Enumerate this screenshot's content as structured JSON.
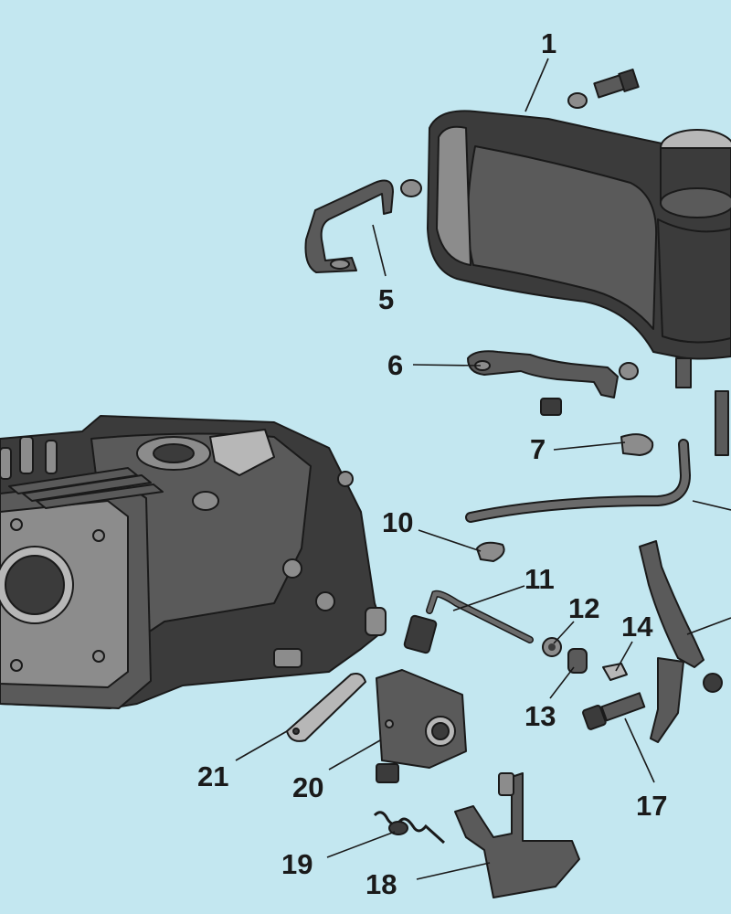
{
  "diagram": {
    "callouts": [
      {
        "id": "1",
        "text": "1"
      },
      {
        "id": "5",
        "text": "5"
      },
      {
        "id": "6",
        "text": "6"
      },
      {
        "id": "7",
        "text": "7"
      },
      {
        "id": "10",
        "text": "10"
      },
      {
        "id": "11",
        "text": "11"
      },
      {
        "id": "12",
        "text": "12"
      },
      {
        "id": "13",
        "text": "13"
      },
      {
        "id": "14",
        "text": "14"
      },
      {
        "id": "17",
        "text": "17"
      },
      {
        "id": "18",
        "text": "18"
      },
      {
        "id": "19",
        "text": "19"
      },
      {
        "id": "20",
        "text": "20"
      },
      {
        "id": "21",
        "text": "21"
      }
    ],
    "colors": {
      "background": "#c3e7f0",
      "part_dark": "#3b3b3b",
      "part_mid": "#5a5a5a",
      "part_light": "#8c8c8c",
      "outline": "#1a1a1a"
    }
  }
}
